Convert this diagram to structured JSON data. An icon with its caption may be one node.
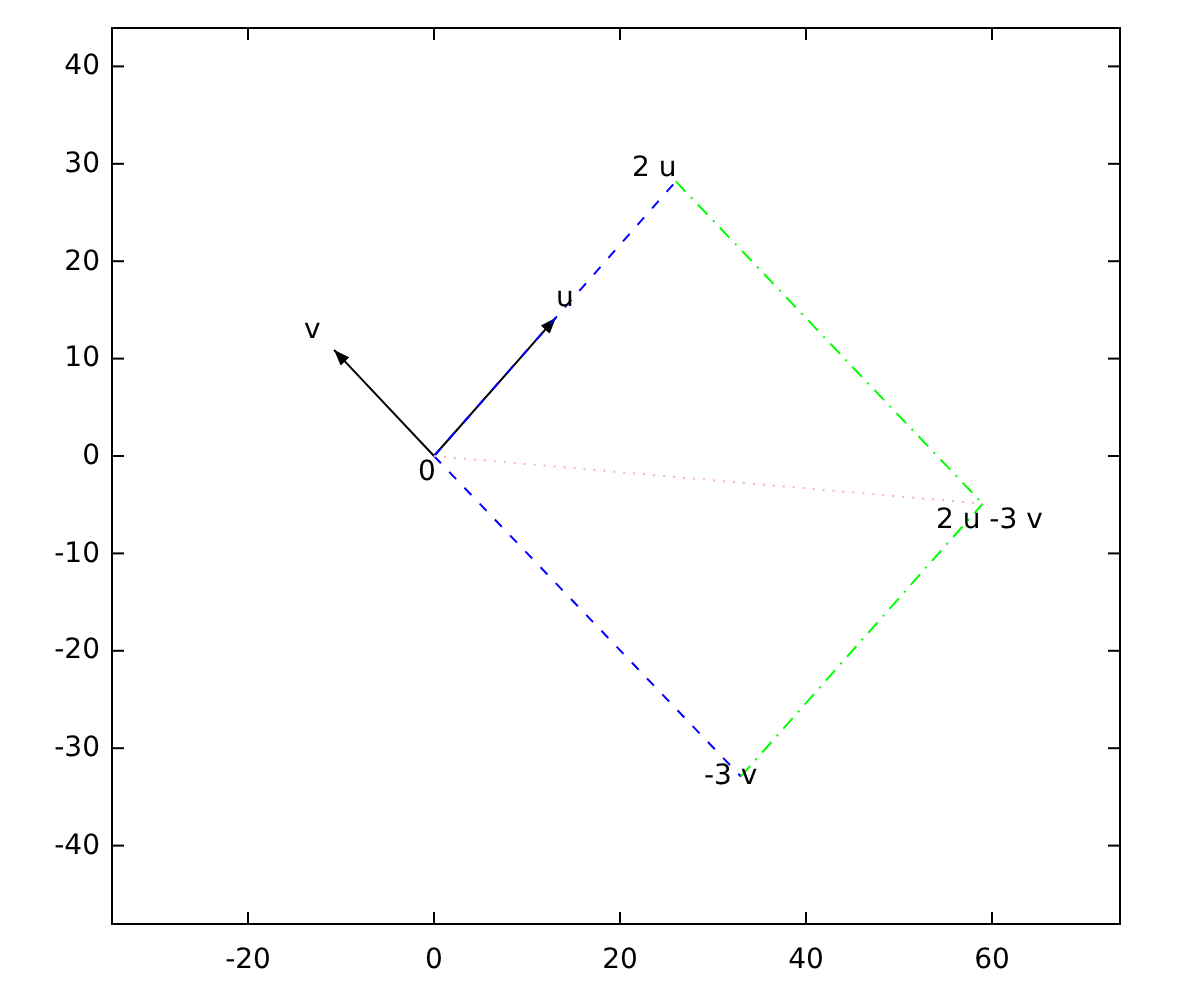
{
  "diagram": {
    "nodes": [
      {
        "text": [
          "0"
        ]
      },
      {
        "text": [
          "u"
        ]
      },
      {
        "text": [
          "v"
        ]
      },
      {
        "text": [
          "2 u"
        ]
      },
      {
        "text": [
          "-3 v"
        ]
      },
      {
        "text": [
          "2 u -3 v"
        ]
      }
    ],
    "edges": [
      {
        "from": 0,
        "to": 1,
        "arrow": "to"
      },
      {
        "from": 0,
        "to": 2,
        "arrow": "to"
      },
      {
        "from": 0,
        "to": 3,
        "arrow": "none",
        "style": "dashed",
        "color": "#0000ff"
      },
      {
        "from": 0,
        "to": 4,
        "arrow": "none",
        "style": "dashed",
        "color": "#0000ff"
      },
      {
        "from": 3,
        "to": 5,
        "arrow": "none",
        "style": "dashed",
        "color": "#00ff00"
      },
      {
        "from": 4,
        "to": 5,
        "arrow": "none",
        "style": "dashed",
        "color": "#00ff00"
      },
      {
        "from": 0,
        "to": 5,
        "arrow": "none",
        "style": "dashed",
        "color": "#ffb0b0"
      }
    ],
    "labels": [
      "40",
      "30",
      "20",
      "10",
      "0",
      "-10",
      "-20",
      "-30",
      "-40",
      "-20",
      "0",
      "20",
      "40",
      "60"
    ]
  }
}
